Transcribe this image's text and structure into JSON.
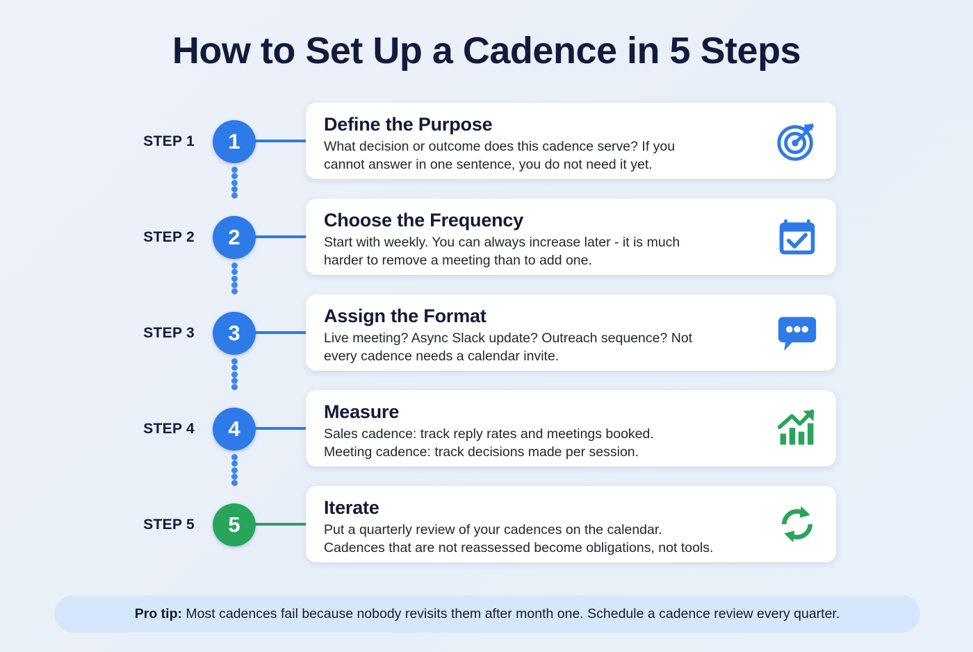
{
  "title": "How to Set Up a Cadence in 5 Steps",
  "colors": {
    "background": "#eef2fa",
    "blue": "#2e7ae8",
    "green": "#28a55a",
    "title_text": "#131a3a",
    "protip_background": "#d7e7fb"
  },
  "steps": [
    {
      "label": "STEP 1",
      "number": "1",
      "title": "Define the Purpose",
      "desc_line1": "What decision or outcome does this cadence serve? If you",
      "desc_line2": "cannot answer in one sentence, you do not need it yet.",
      "icon": "target-icon",
      "accent": "#2e7ae8"
    },
    {
      "label": "STEP 2",
      "number": "2",
      "title": "Choose the Frequency",
      "desc_line1": "Start with weekly. You can always increase later - it is much",
      "desc_line2": "harder to remove a meeting than to add one.",
      "icon": "calendar-check-icon",
      "accent": "#2e7ae8"
    },
    {
      "label": "STEP 3",
      "number": "3",
      "title": "Assign the Format",
      "desc_line1": "Live meeting? Async Slack update? Outreach sequence? Not",
      "desc_line2": "every cadence needs a calendar invite.",
      "icon": "chat-bubble-icon",
      "accent": "#2e7ae8"
    },
    {
      "label": "STEP 4",
      "number": "4",
      "title": "Measure",
      "desc_line1": "Sales cadence: track reply rates and meetings booked.",
      "desc_line2": "Meeting cadence: track decisions made per session.",
      "icon": "bar-chart-growth-icon",
      "accent": "#28a55a"
    },
    {
      "label": "STEP 5",
      "number": "5",
      "title": "Iterate",
      "desc_line1": "Put a quarterly review of your cadences on the calendar.",
      "desc_line2": "Cadences that are not reassessed become obligations, not tools.",
      "icon": "refresh-cycle-icon",
      "accent": "#28a55a"
    }
  ],
  "protip": {
    "label": "Pro tip:",
    "text": "Most cadences fail because nobody revisits them after month one. Schedule a cadence review every quarter."
  }
}
